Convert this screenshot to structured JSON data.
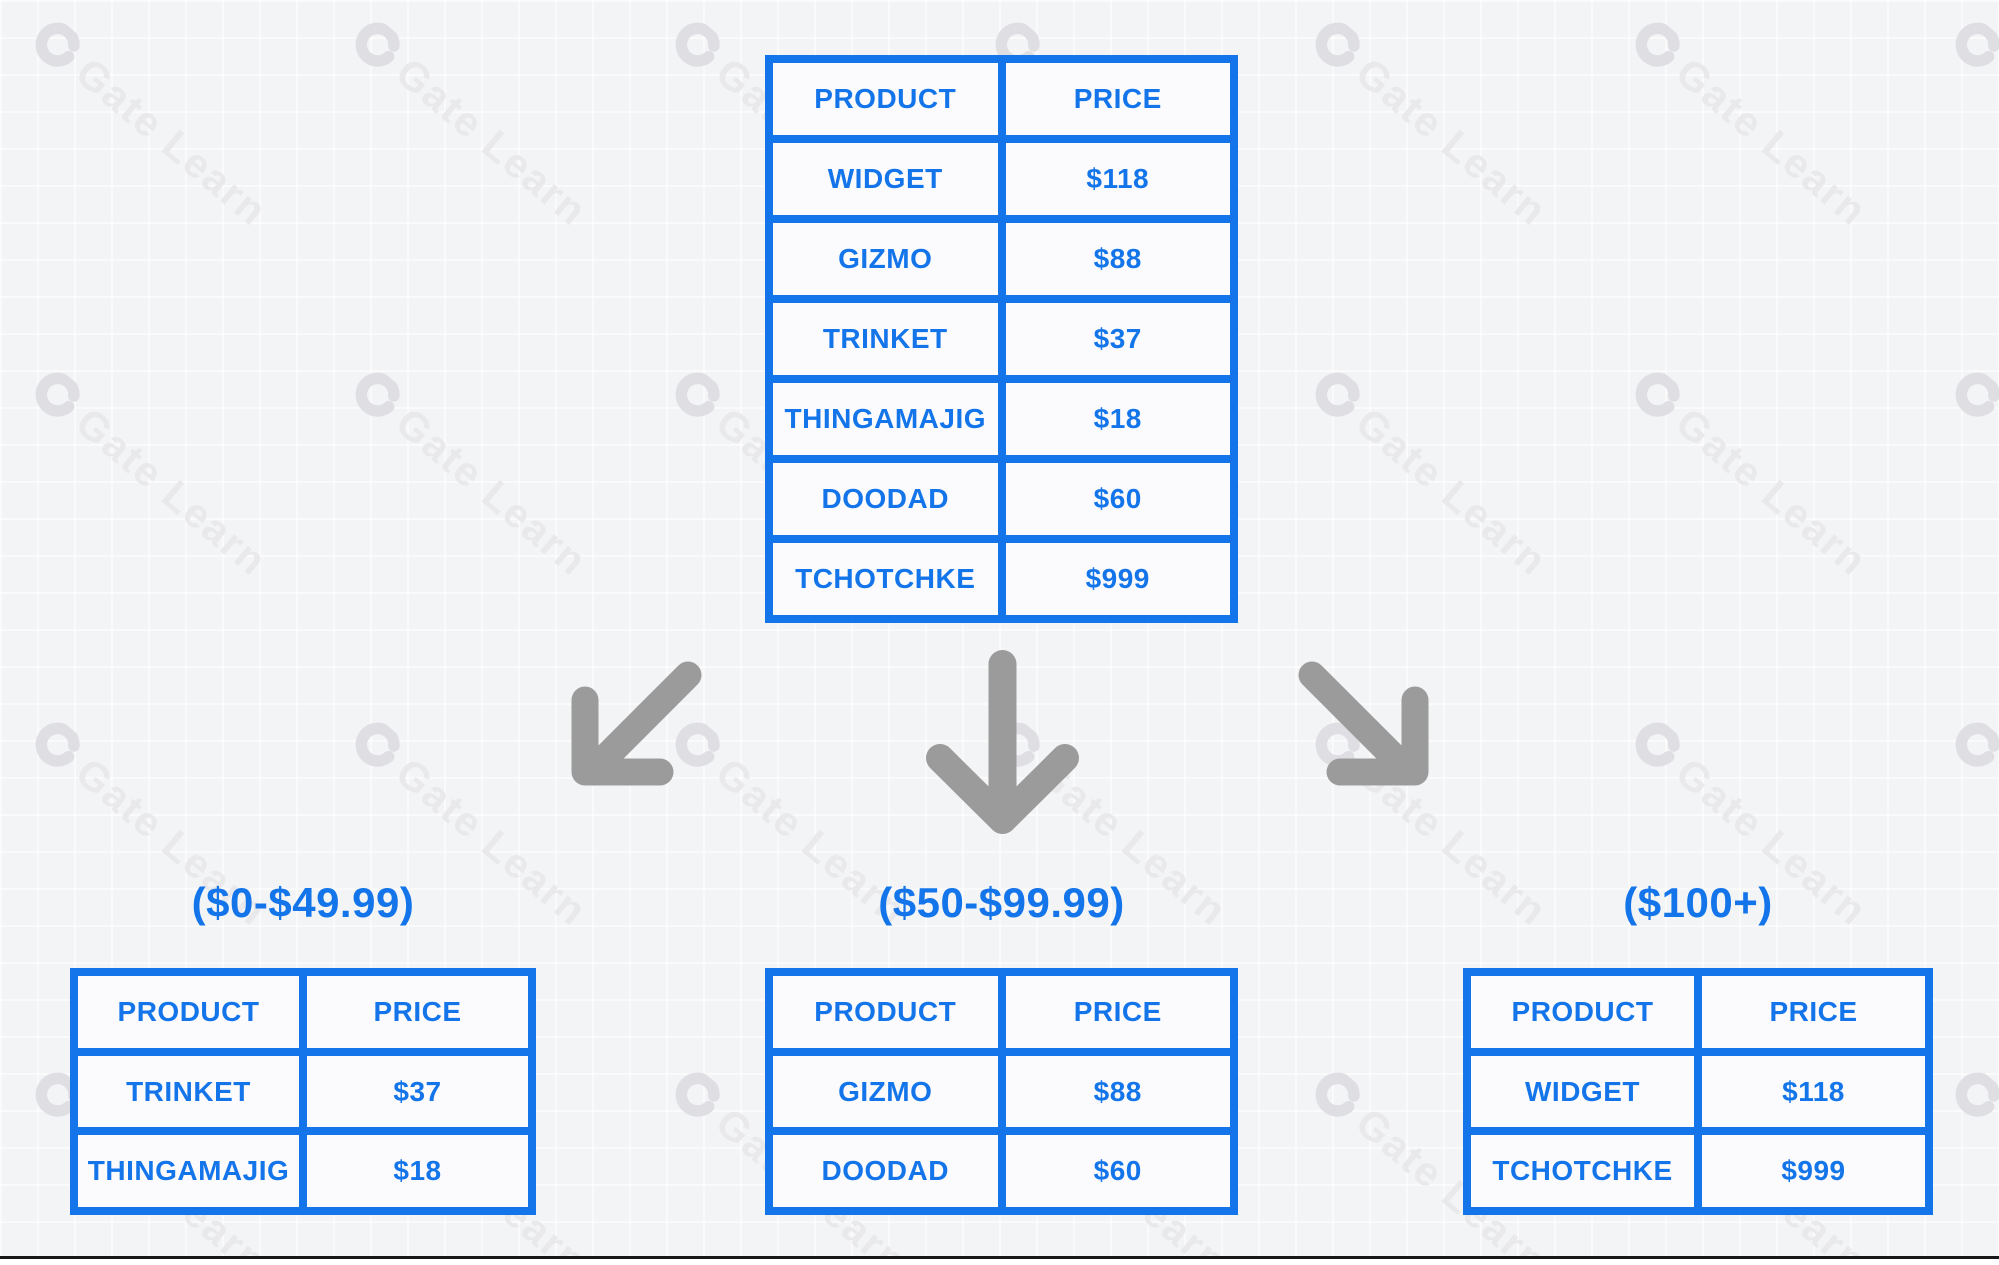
{
  "colors": {
    "accent": "#1375e9",
    "arrow": "#9b9b9b",
    "cell_bg": "#fbfbfd",
    "page_bg": "#f3f4f6",
    "watermark_logo": "#dfdfe3",
    "watermark_text": "#e9e9ec"
  },
  "watermark": {
    "text": "Gate Learn"
  },
  "main_table": {
    "headers": [
      "PRODUCT",
      "PRICE"
    ],
    "rows": [
      [
        "WIDGET",
        "$118"
      ],
      [
        "GIZMO",
        "$88"
      ],
      [
        "TRINKET",
        "$37"
      ],
      [
        "THINGAMAJIG",
        "$18"
      ],
      [
        "DOODAD",
        "$60"
      ],
      [
        "TCHOTCHKE",
        "$999"
      ]
    ]
  },
  "groups": [
    {
      "title": "($0-$49.99)",
      "headers": [
        "PRODUCT",
        "PRICE"
      ],
      "rows": [
        [
          "TRINKET",
          "$37"
        ],
        [
          "THINGAMAJIG",
          "$18"
        ]
      ]
    },
    {
      "title": "($50-$99.99)",
      "headers": [
        "PRODUCT",
        "PRICE"
      ],
      "rows": [
        [
          "GIZMO",
          "$88"
        ],
        [
          "DOODAD",
          "$60"
        ]
      ]
    },
    {
      "title": "($100+)",
      "headers": [
        "PRODUCT",
        "PRICE"
      ],
      "rows": [
        [
          "WIDGET",
          "$118"
        ],
        [
          "TCHOTCHKE",
          "$999"
        ]
      ]
    }
  ]
}
